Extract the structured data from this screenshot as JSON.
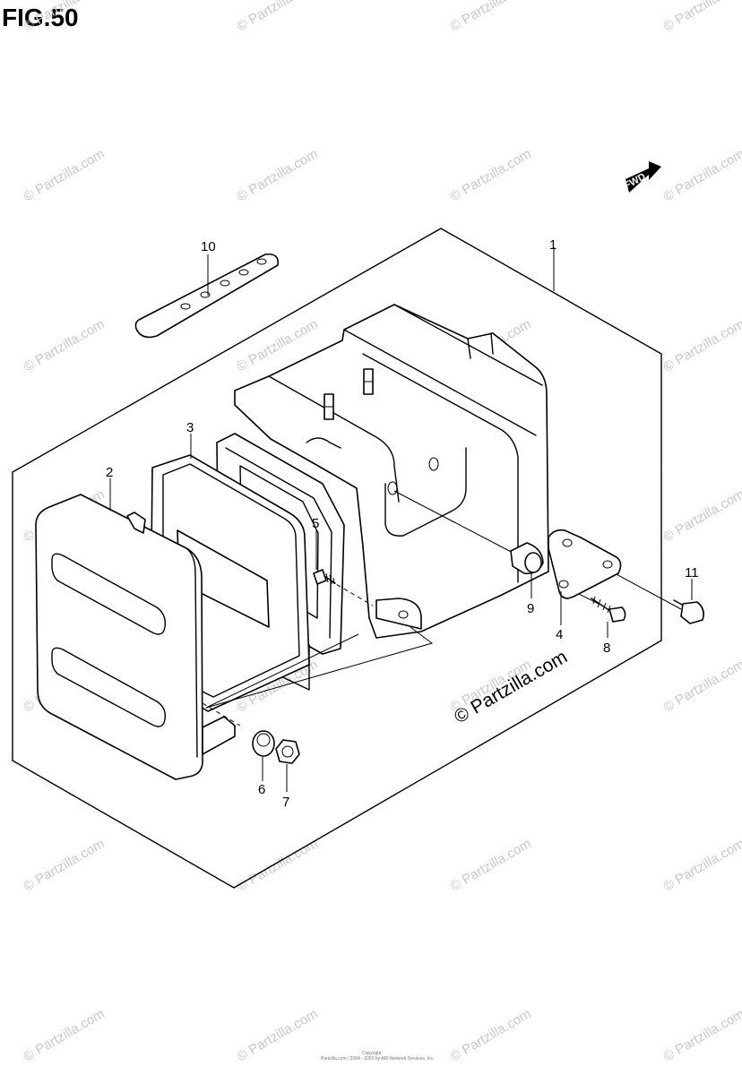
{
  "figure": {
    "title": "FIG.50"
  },
  "watermark": {
    "text": "© Partzilla.com",
    "main_text": "© Partzilla.com"
  },
  "fwd_arrow": {
    "label": "FWD"
  },
  "callouts": [
    "1",
    "2",
    "3",
    "4",
    "5",
    "6",
    "7",
    "8",
    "9",
    "10",
    "11"
  ],
  "copyright": {
    "line1": "Copyright",
    "line2": "Partzilla.com / 2004 - 2020 by ARI Network Services, Inc."
  }
}
